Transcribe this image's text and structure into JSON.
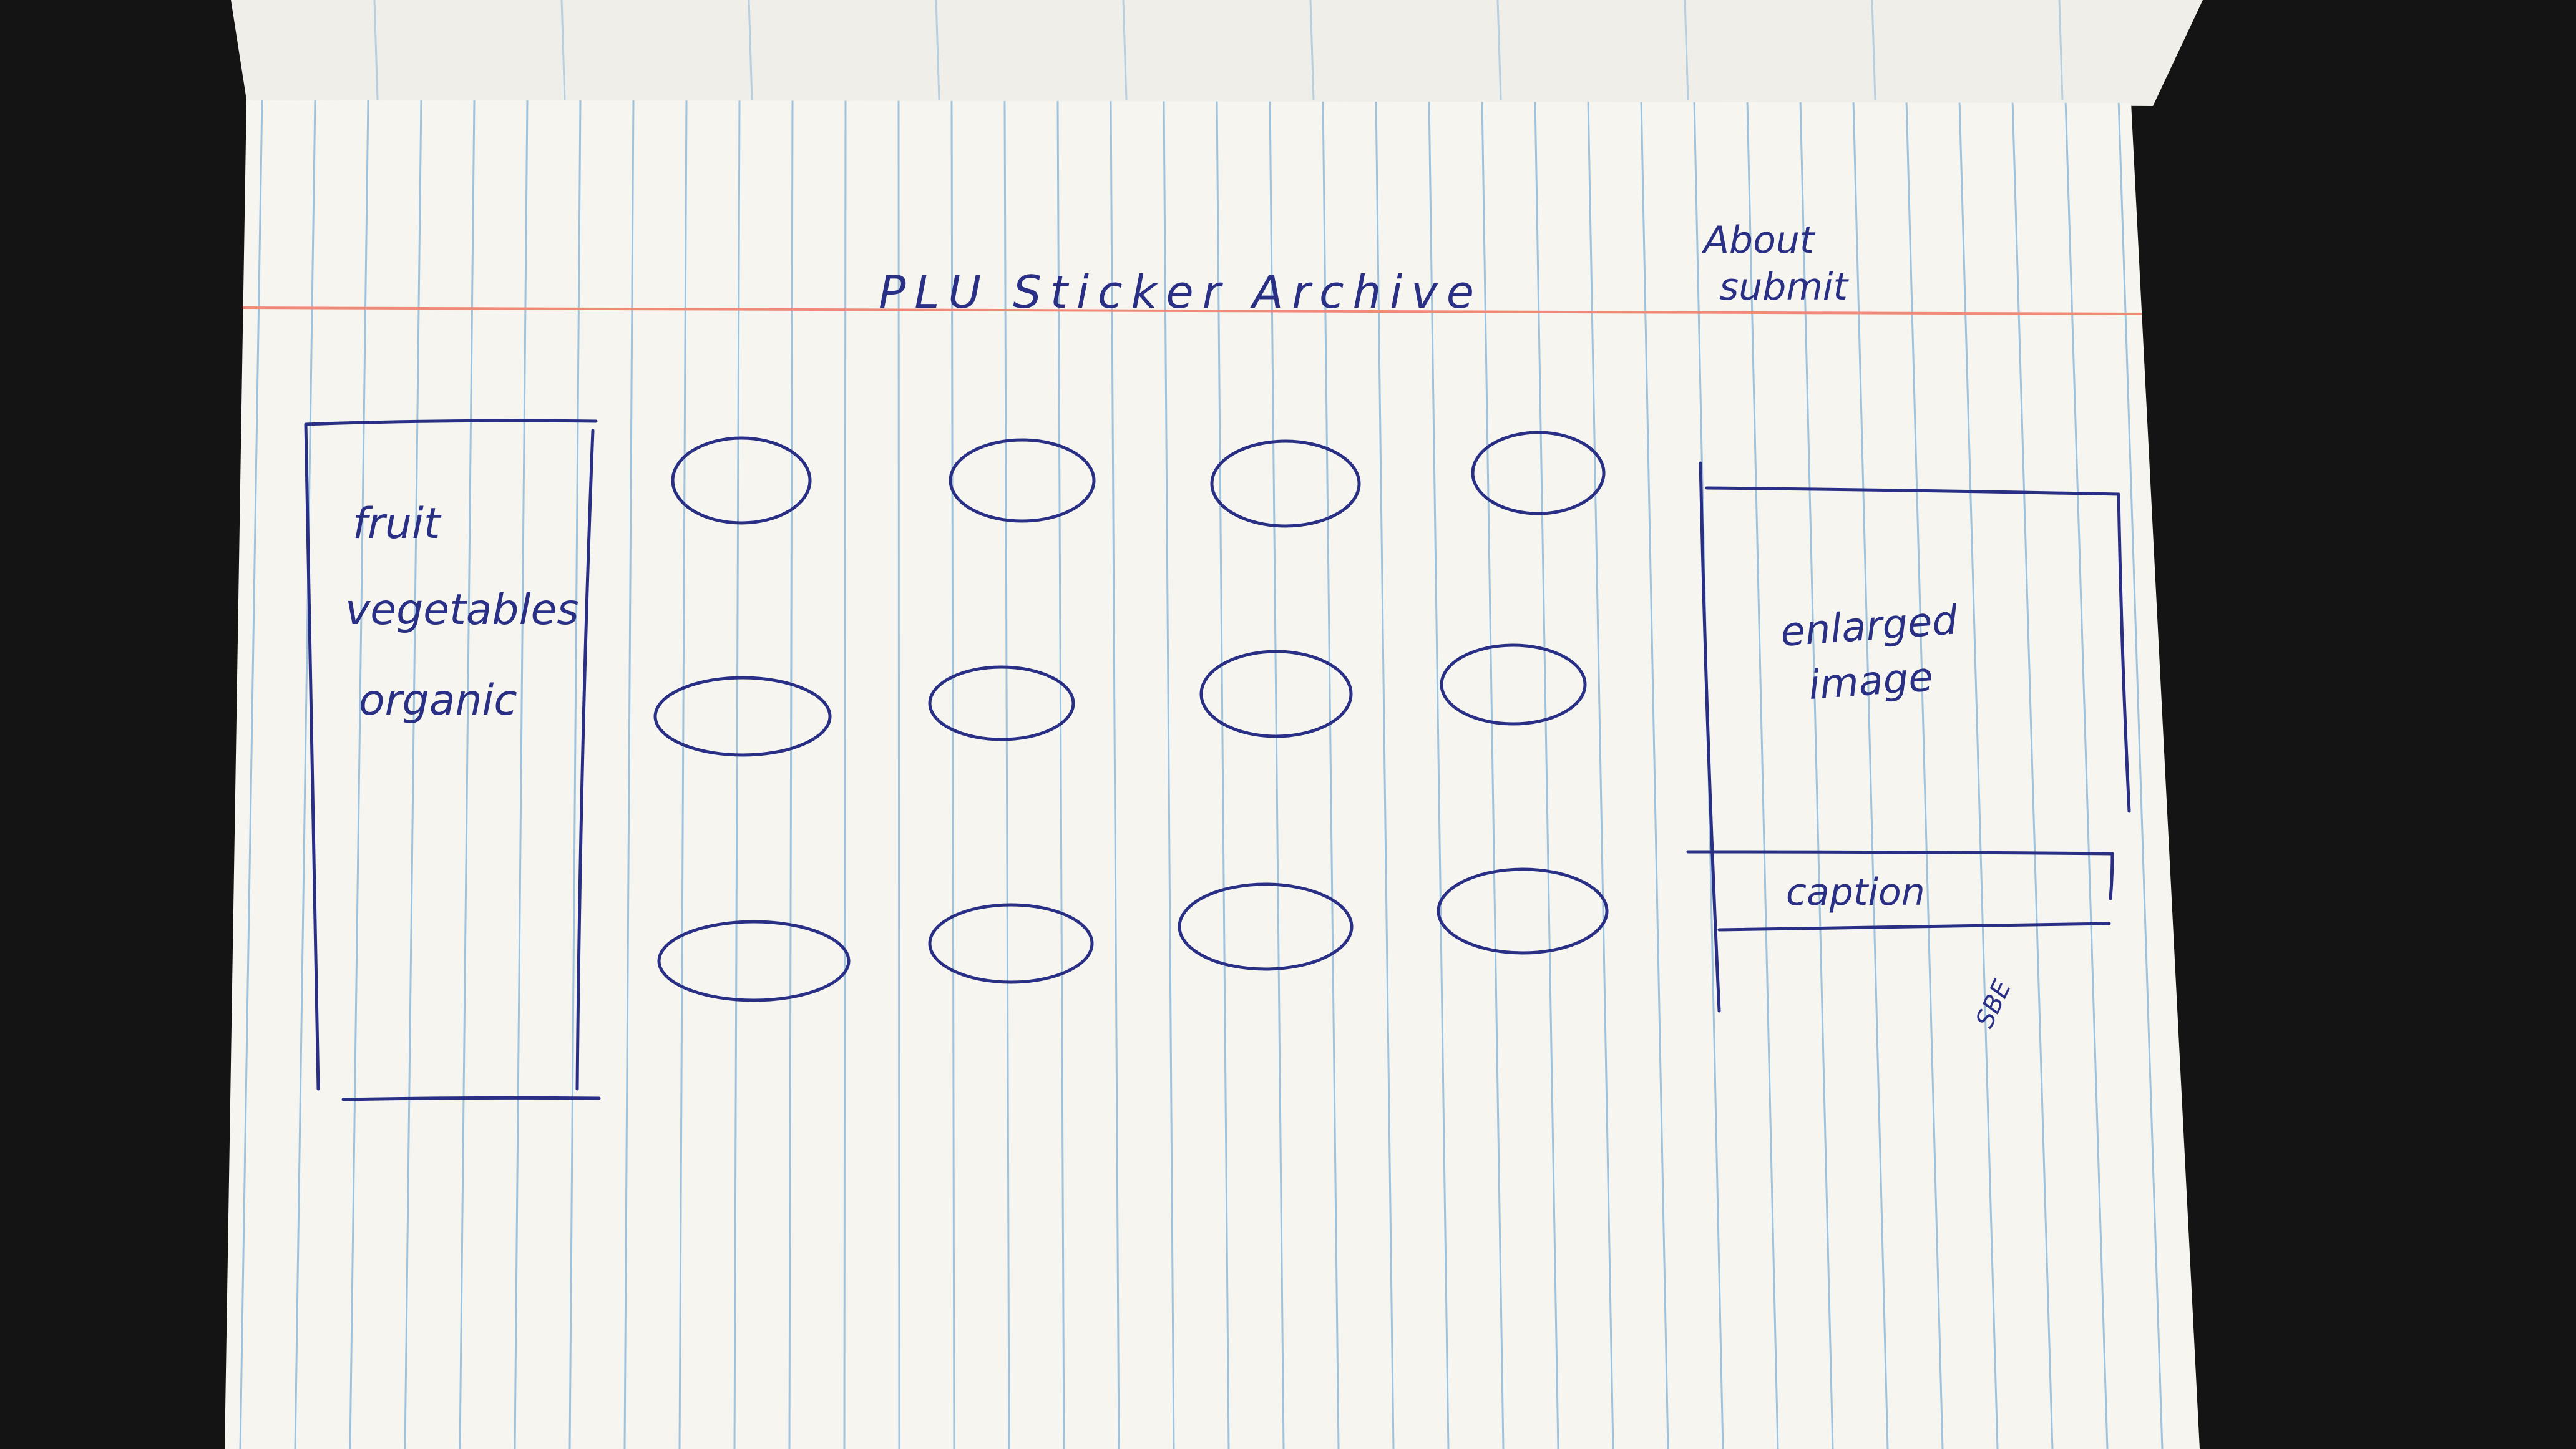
{
  "colors": {
    "background": "#141414",
    "paper": "#f6f5ef",
    "rule_line": "#9fc3dc",
    "margin_line": "#f08a78",
    "ink": "#2a2f86"
  },
  "sketch": {
    "title": "PLU Sticker Archive",
    "nav": {
      "about": "About",
      "submit": "submit"
    },
    "sidebar": {
      "items": [
        "fruit",
        "vegetables",
        "organic"
      ]
    },
    "grid": {
      "rows": 3,
      "columns": 4
    },
    "preview": {
      "image_label_line1": "enlarged",
      "image_label_line2": "image",
      "caption": "caption"
    },
    "initials": "SBE"
  }
}
